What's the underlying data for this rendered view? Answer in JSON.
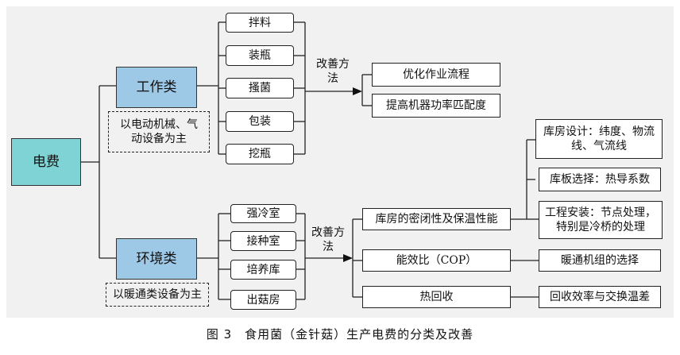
{
  "diagram": {
    "root": "电费",
    "branches": [
      {
        "name": "工作类",
        "note": "以电动机械、气动设备为主",
        "items": [
          "拌料",
          "装瓶",
          "搔菌",
          "包装",
          "挖瓶"
        ],
        "improve_label": "改善方法",
        "measures": [
          "优化作业流程",
          "提高机器功率匹配度"
        ]
      },
      {
        "name": "环境类",
        "note": "以暖通类设备为主",
        "items": [
          "强冷室",
          "接种室",
          "培养库",
          "出菇房"
        ],
        "improve_label": "改善方法",
        "measures": [
          {
            "label": "库房的密闭性及保温性能",
            "details": [
              "库房设计：纬度、物流线、气流线",
              "库板选择：热导系数",
              "工程安装：节点处理，特别是冷桥的处理"
            ]
          },
          {
            "label": "能效比（COP）",
            "details": [
              "暖通机组的选择"
            ]
          },
          {
            "label": "热回收",
            "details": [
              "回收效率与交换温差"
            ]
          }
        ]
      }
    ]
  },
  "caption": "图 3　食用菌（金针菇）生产电费的分类及改善"
}
